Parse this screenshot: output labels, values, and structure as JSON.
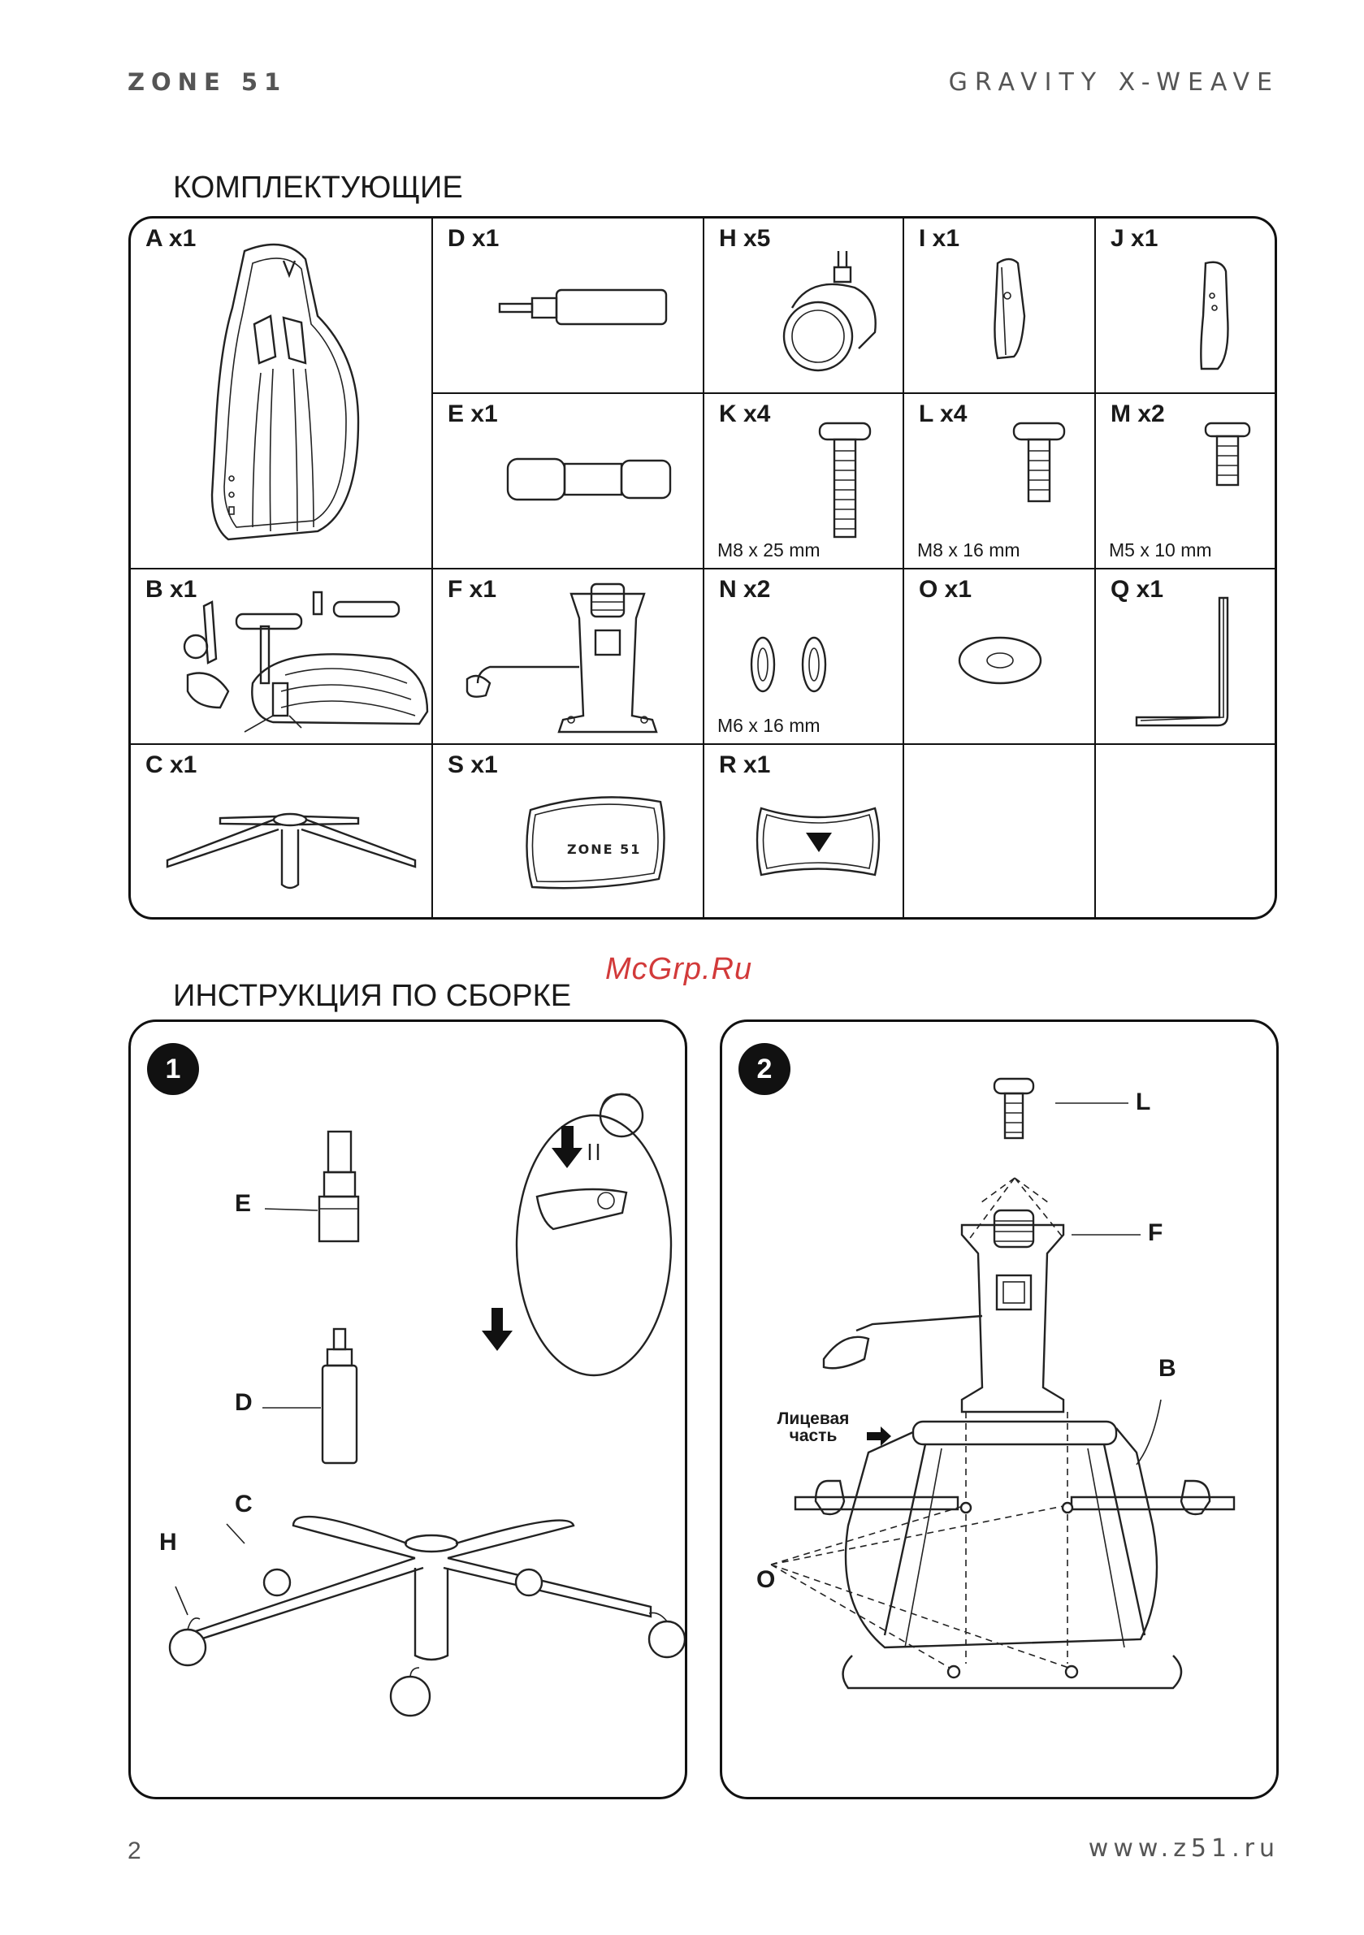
{
  "header": {
    "brand_left": "ZONE 51",
    "brand_right": "GRAVITY X-WEAVE"
  },
  "parts_section": {
    "title": "КОМПЛЕКТУЮЩИЕ",
    "parts": [
      {
        "label": "A x1",
        "spec": ""
      },
      {
        "label": "D x1",
        "spec": ""
      },
      {
        "label": "H x5",
        "spec": ""
      },
      {
        "label": "I x1",
        "spec": ""
      },
      {
        "label": "J x1",
        "spec": ""
      },
      {
        "label": "E x1",
        "spec": ""
      },
      {
        "label": "K x4",
        "spec": "M8 x 25 mm"
      },
      {
        "label": "L x4",
        "spec": "M8 x 16 mm"
      },
      {
        "label": "M x2",
        "spec": "M5 x 10 mm"
      },
      {
        "label": "B x1",
        "spec": ""
      },
      {
        "label": "F x1",
        "spec": ""
      },
      {
        "label": "N x2",
        "spec": "M6 x 16 mm"
      },
      {
        "label": "O x1",
        "spec": ""
      },
      {
        "label": "Q x1",
        "spec": ""
      },
      {
        "label": "C x1",
        "spec": ""
      },
      {
        "label": "S x1",
        "spec": ""
      },
      {
        "label": "R x1",
        "spec": ""
      }
    ],
    "pillow_logo": "ZONE 51"
  },
  "watermark": "McGrp.Ru",
  "assembly_section": {
    "title": "ИНСТРУКЦИЯ ПО СБОРКЕ",
    "step1": {
      "number": "1",
      "callouts": {
        "e": "E",
        "d": "D",
        "c": "C",
        "h": "H"
      }
    },
    "step2": {
      "number": "2",
      "callouts": {
        "l": "L",
        "f": "F",
        "b": "B",
        "o": "O"
      },
      "front_label_line1": "Лицевая",
      "front_label_line2": "часть"
    }
  },
  "footer": {
    "page_number": "2",
    "url": "www.z51.ru"
  },
  "icons": [
    "chair-back",
    "gas-lift",
    "caster-wheel",
    "armrest-cover",
    "cylinder-cover",
    "bolt",
    "seat",
    "mechanism",
    "washer",
    "hex-key",
    "star-base",
    "lumbar-pillow",
    "headrest-pillow",
    "arrow-down",
    "arrow-right"
  ]
}
